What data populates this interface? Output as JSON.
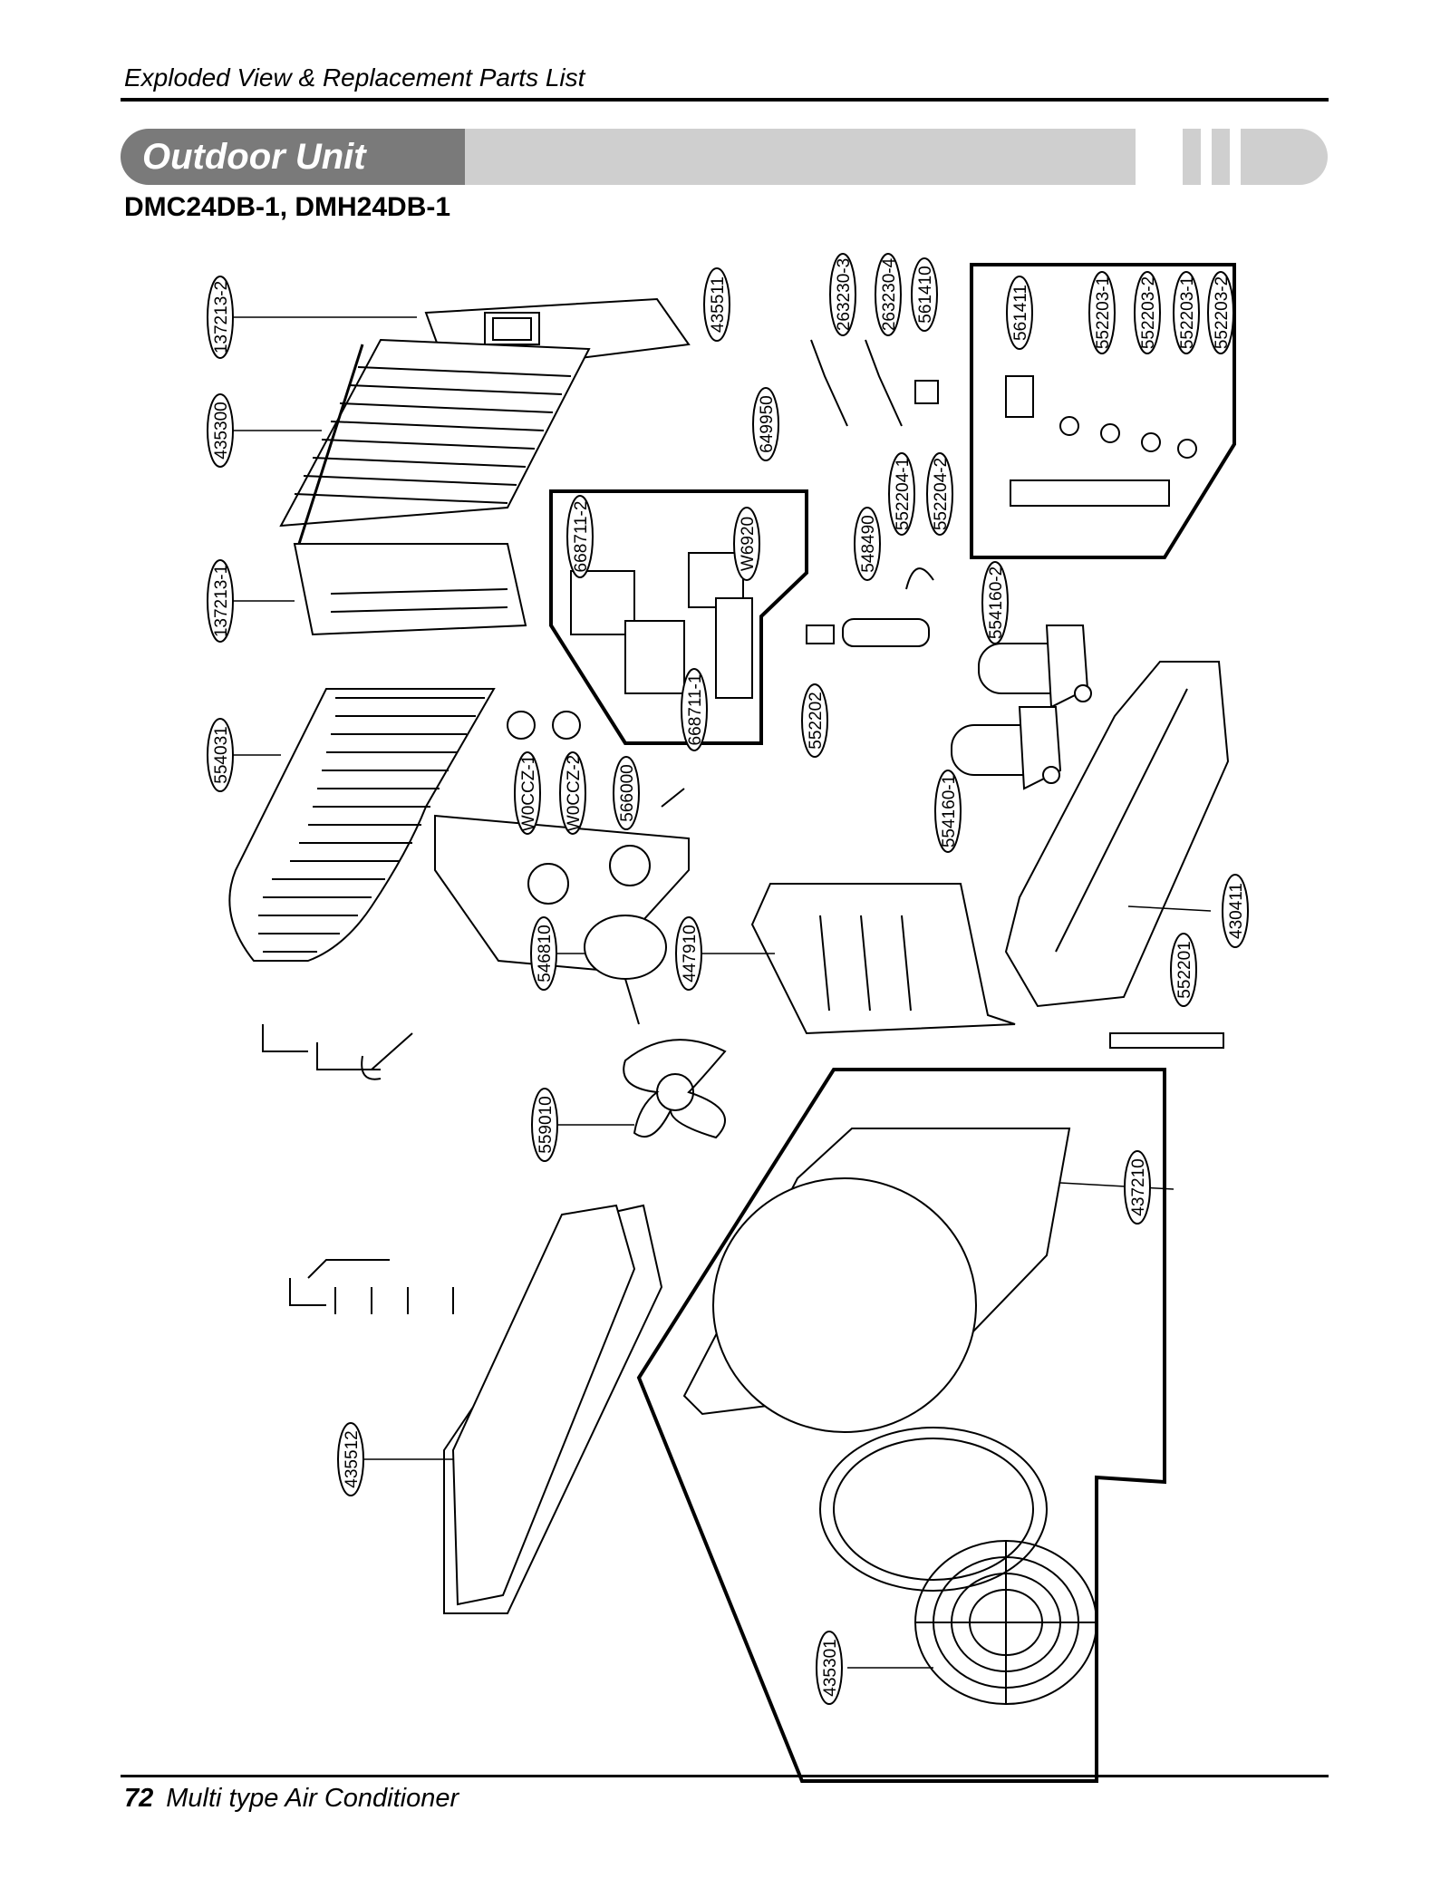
{
  "header": {
    "section_title": "Exploded View & Replacement Parts List"
  },
  "banner": {
    "title": "Outdoor Unit"
  },
  "model": {
    "title": "DMC24DB-1, DMH24DB-1"
  },
  "part_labels": {
    "p137213_2": "137213-2",
    "p435300": "435300",
    "p137213_1": "137213-1",
    "p554031": "554031",
    "p435511": "435511",
    "p649950": "649950",
    "p668711_2": "668711-2",
    "p668711_1": "668711-1",
    "pW6920": "W6920",
    "p263230_3": "263230-3",
    "p263230_4": "263230-4",
    "p561410": "561410",
    "p561411": "561411",
    "p552203_1a": "552203-1",
    "p552203_2a": "552203-2",
    "p552203_1b": "552203-1",
    "p552203_2b": "552203-2",
    "p548490": "548490",
    "p552204_1": "552204-1",
    "p552204_2": "552204-2",
    "p554160_2": "554160-2",
    "p554160_1": "554160-1",
    "p552202": "552202",
    "p0CZ_1": "W0CCZ-1",
    "p0CZ_2": "W0CCZ-2",
    "p566000": "566000",
    "p546810": "546810",
    "p447910": "447910",
    "p430411": "430411",
    "p552201": "552201",
    "p559010": "559010",
    "p437210": "437210",
    "p435512": "435512",
    "p435301": "435301"
  },
  "footer": {
    "page_number": "72",
    "doc_title": "Multi type Air Conditioner"
  }
}
